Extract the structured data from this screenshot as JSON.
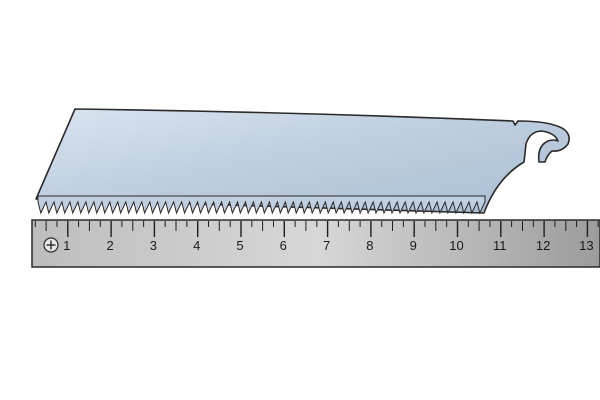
{
  "scene": {
    "subject": "saw-blade-on-ruler",
    "colors": {
      "background": "#ffffff",
      "blade_light": "#d9e4ef",
      "blade_mid": "#bfcfe0",
      "blade_dark": "#a9bdd2",
      "outline": "#2a2a2a",
      "ruler_light": "#d7d7d7",
      "ruler_mid": "#bdbdbd",
      "ruler_dark": "#9c9c9c",
      "tick": "#1e1e1e",
      "screw": "#e8e8e8"
    }
  },
  "ruler": {
    "unit": "cm",
    "min": 0,
    "max": 13.5,
    "subdivisions": 4,
    "labels": [
      "1",
      "2",
      "3",
      "4",
      "5",
      "6",
      "7",
      "8",
      "9",
      "10",
      "11",
      "12",
      "13"
    ]
  },
  "blade": {
    "tooth_count": 56
  }
}
